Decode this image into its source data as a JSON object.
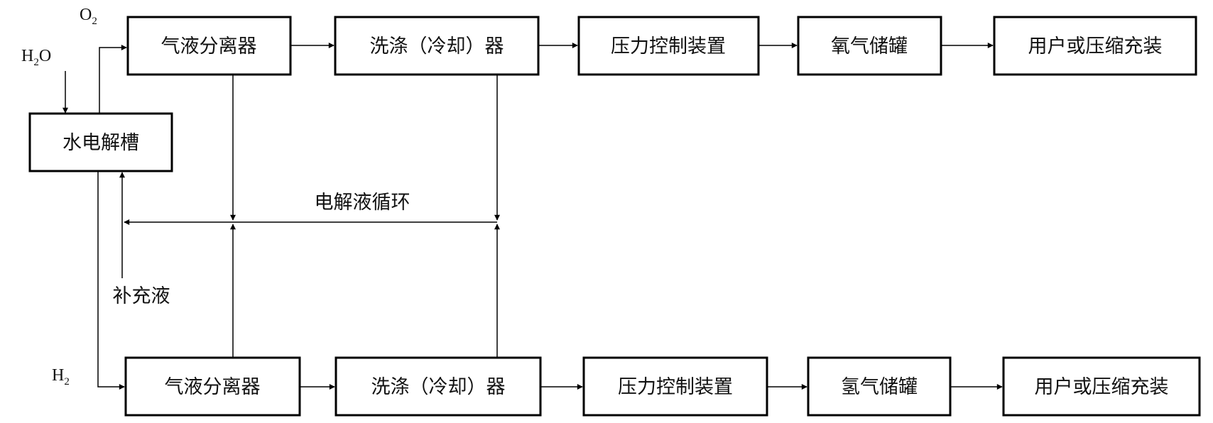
{
  "electrolyzer": "水电解槽",
  "water_input": {
    "main": "H",
    "sub": "2",
    "tail": "O"
  },
  "oxygen_label": {
    "main": "O",
    "sub": "2"
  },
  "hydrogen_label": {
    "main": "H",
    "sub": "2"
  },
  "oxygen_line": {
    "separator": "气液分离器",
    "washer": "洗涤（冷却）器",
    "pressure_control": "压力控制装置",
    "storage_tank": "氧气储罐",
    "user": "用户或压缩充装"
  },
  "hydrogen_line": {
    "separator": "气液分离器",
    "washer": "洗涤（冷却）器",
    "pressure_control": "压力控制装置",
    "storage_tank": "氢气储罐",
    "user": "用户或压缩充装"
  },
  "electrolyte_circulation": "电解液循环",
  "makeup_liquid": "补充液"
}
